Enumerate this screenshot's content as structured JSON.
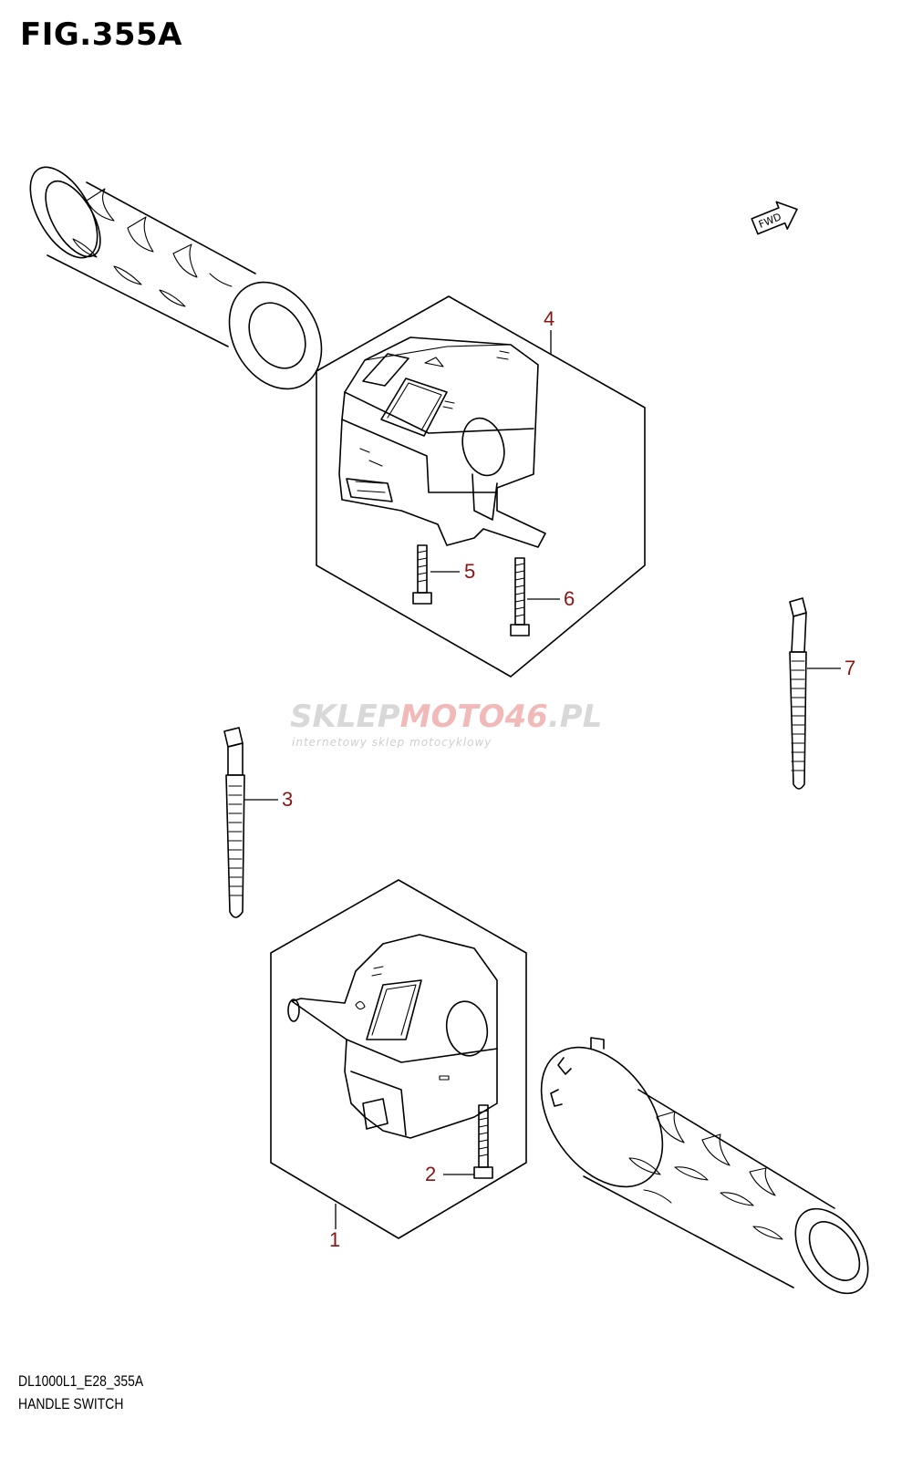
{
  "figure": {
    "title": "FIG.355A",
    "code": "DL1000L1_E28_355A",
    "name": "HANDLE SWITCH"
  },
  "direction_marker": {
    "label": "FWD",
    "icon": "forward-arrow-icon"
  },
  "watermark": {
    "brand_part1": "SKLEP",
    "brand_part2": "MOTO46",
    "brand_part3": ".PL",
    "tagline": "internetowy sklep motocyklowy"
  },
  "callouts": [
    {
      "number": "1",
      "part": "left-handle-switch-assembly"
    },
    {
      "number": "2",
      "part": "screw"
    },
    {
      "number": "3",
      "part": "cable-tie"
    },
    {
      "number": "4",
      "part": "right-handle-switch-assembly"
    },
    {
      "number": "5",
      "part": "screw"
    },
    {
      "number": "6",
      "part": "screw"
    },
    {
      "number": "7",
      "part": "cable-tie"
    }
  ],
  "colors": {
    "callout": "#8a1515",
    "line": "#000000",
    "watermark_gray": "#d8d8d8",
    "watermark_red": "#f2b9b9"
  }
}
